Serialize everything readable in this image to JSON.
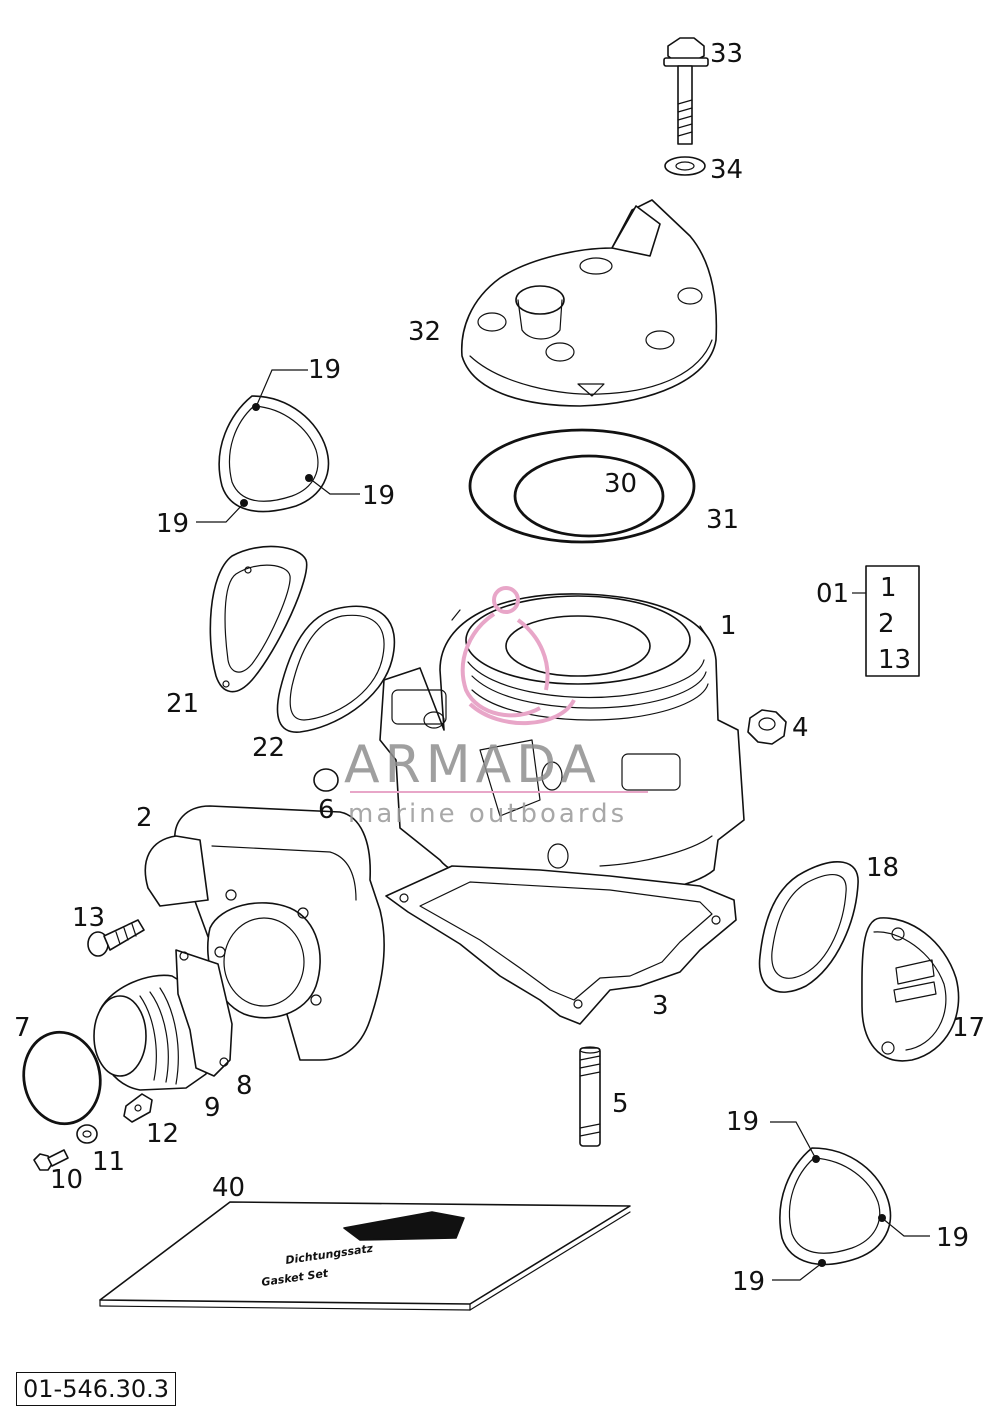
{
  "diagram": {
    "drawing_number": "01-546.30.3",
    "watermark": {
      "brand": "ARMADA",
      "tagline": "marine outboards",
      "accent_color": "#e8a6c8"
    },
    "kit_callout": {
      "label": "01",
      "items": [
        "1",
        "2",
        "13"
      ]
    },
    "gasket_kit_text": {
      "line1": "Dichtungssatz",
      "line2": "Gasket Set"
    },
    "part_labels": [
      {
        "id": "p33",
        "text": "33"
      },
      {
        "id": "p34",
        "text": "34"
      },
      {
        "id": "p32",
        "text": "32"
      },
      {
        "id": "p19a",
        "text": "19"
      },
      {
        "id": "p19b",
        "text": "19"
      },
      {
        "id": "p19c",
        "text": "19"
      },
      {
        "id": "p30",
        "text": "30"
      },
      {
        "id": "p31",
        "text": "31"
      },
      {
        "id": "p1",
        "text": "1"
      },
      {
        "id": "p21",
        "text": "21"
      },
      {
        "id": "p22",
        "text": "22"
      },
      {
        "id": "p4",
        "text": "4"
      },
      {
        "id": "p6",
        "text": "6"
      },
      {
        "id": "p2",
        "text": "2"
      },
      {
        "id": "p18",
        "text": "18"
      },
      {
        "id": "p13",
        "text": "13"
      },
      {
        "id": "p3",
        "text": "3"
      },
      {
        "id": "p17",
        "text": "17"
      },
      {
        "id": "p7",
        "text": "7"
      },
      {
        "id": "p8",
        "text": "8"
      },
      {
        "id": "p9",
        "text": "9"
      },
      {
        "id": "p12",
        "text": "12"
      },
      {
        "id": "p5",
        "text": "5"
      },
      {
        "id": "p11",
        "text": "11"
      },
      {
        "id": "p10",
        "text": "10"
      },
      {
        "id": "p40",
        "text": "40"
      },
      {
        "id": "p19d",
        "text": "19"
      },
      {
        "id": "p19e",
        "text": "19"
      },
      {
        "id": "p19f",
        "text": "19"
      }
    ]
  }
}
